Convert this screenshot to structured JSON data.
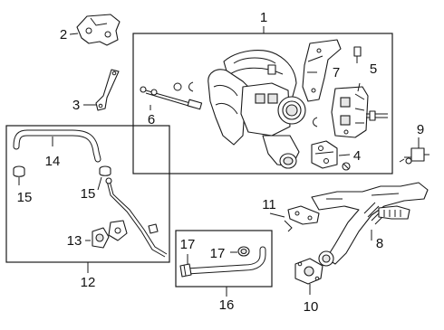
{
  "callouts": {
    "c1": "1",
    "c2": "2",
    "c3": "3",
    "c4": "4",
    "c5": "5",
    "c6": "6",
    "c7": "7",
    "c8": "8",
    "c9": "9",
    "c10": "10",
    "c11": "11",
    "c12": "12",
    "c13": "13",
    "c14": "14",
    "c15a": "15",
    "c15b": "15",
    "c16": "16",
    "c17a": "17",
    "c17b": "17"
  }
}
